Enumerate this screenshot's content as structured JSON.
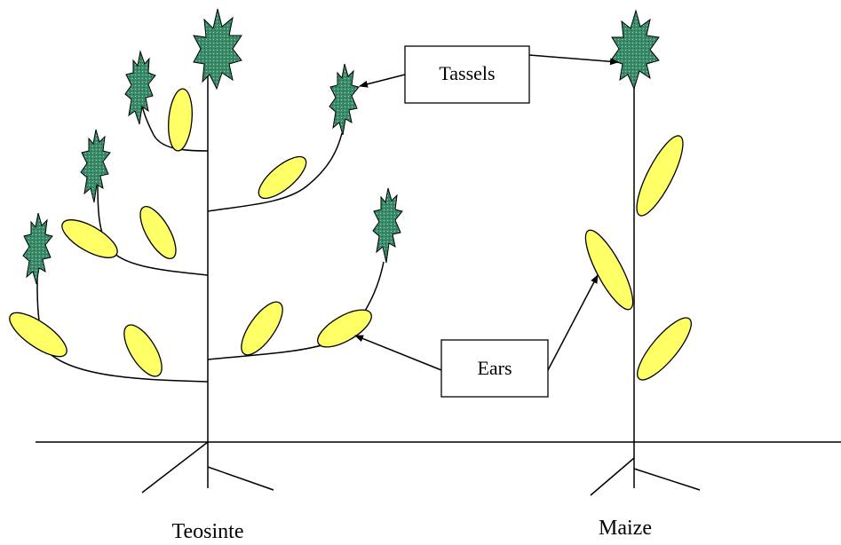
{
  "labels": {
    "tassels": "Tassels",
    "ears": "Ears",
    "teosinte": "Teosinte",
    "maize": "Maize"
  },
  "colors": {
    "ear_fill": "#ffff66",
    "tassel_fill": "#3a8c6a",
    "line": "#000000"
  }
}
